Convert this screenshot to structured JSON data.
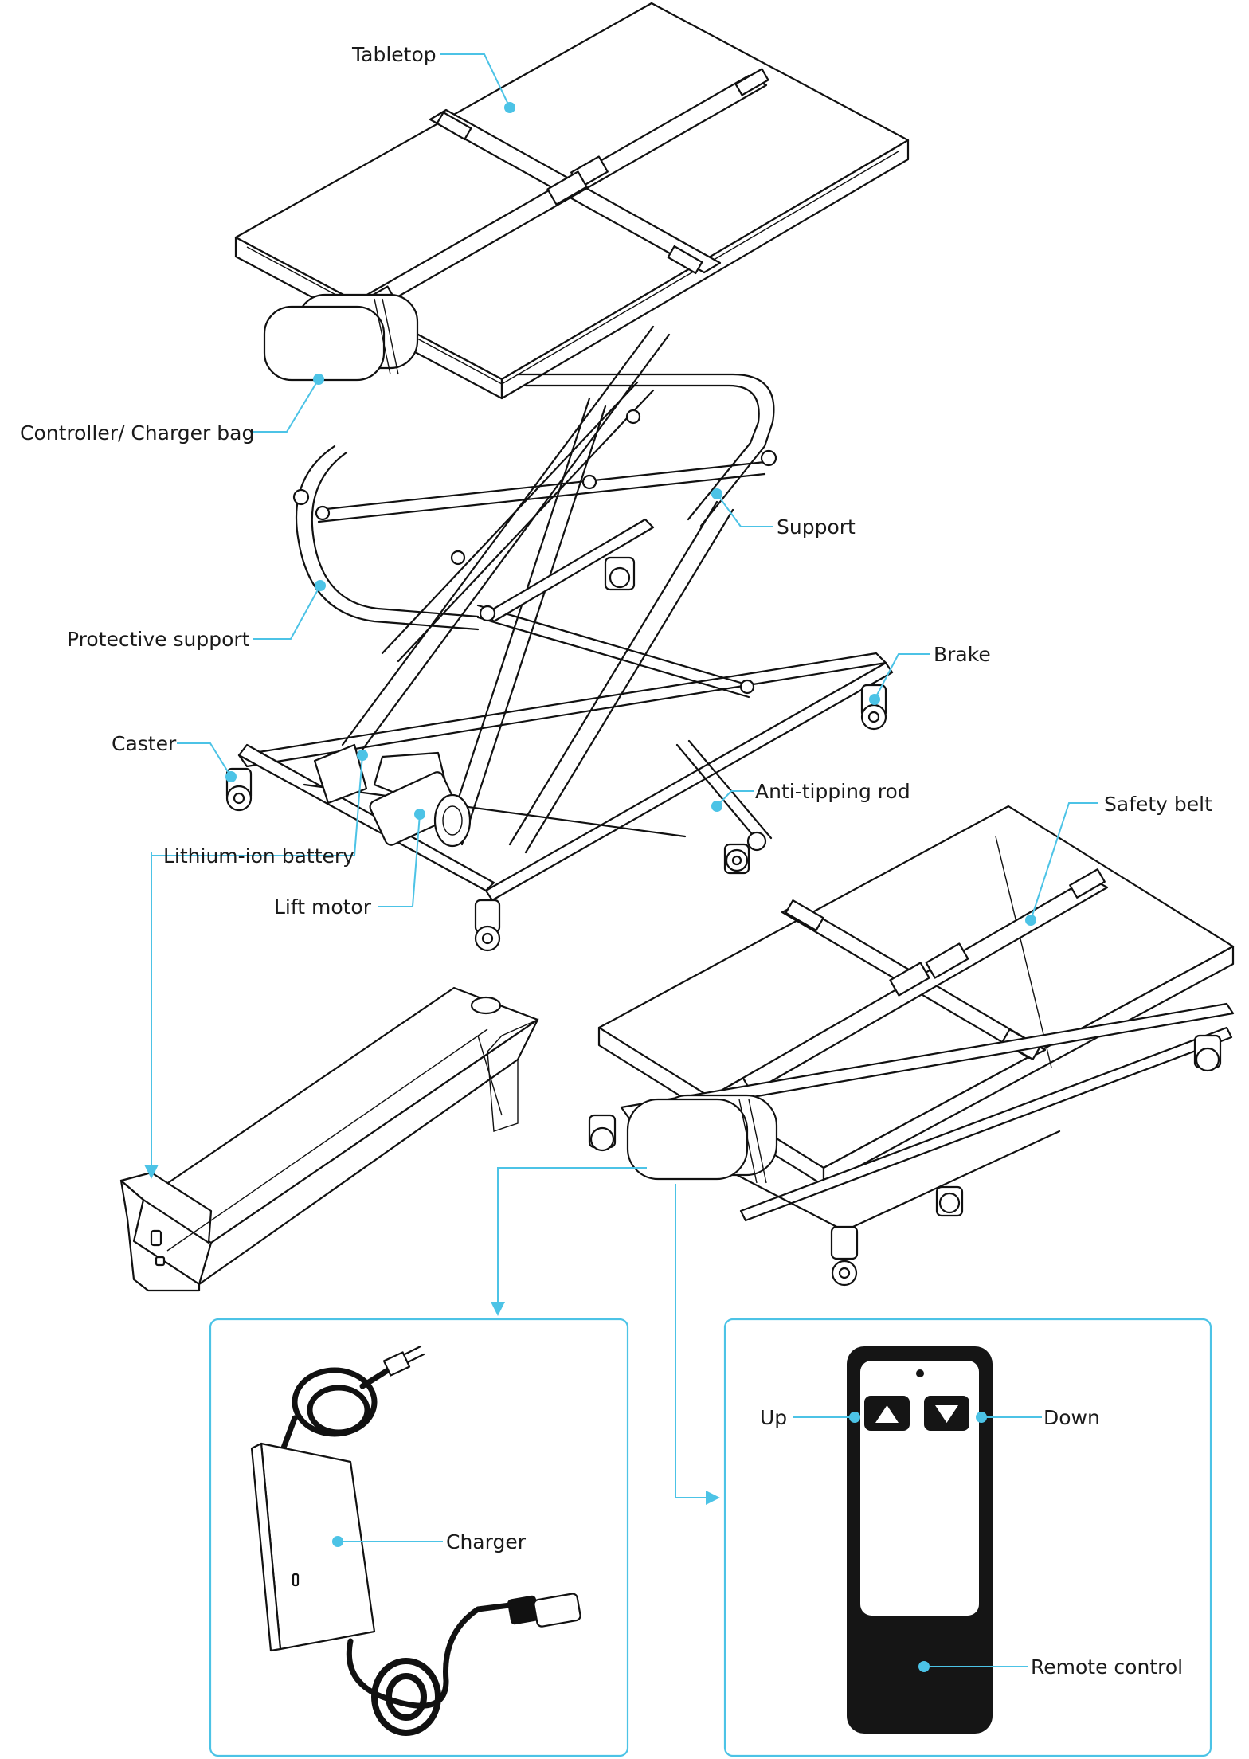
{
  "colors": {
    "accent": "#4cc3e6",
    "ink": "#111111"
  },
  "labels": {
    "tabletop": "Tabletop",
    "controller_bag": "Controller/ Charger bag",
    "support": "Support",
    "protective_support": "Protective support",
    "brake": "Brake",
    "caster": "Caster",
    "anti_tipping_rod": "Anti-tipping rod",
    "safety_belt": "Safety belt",
    "lithium_battery": "Lithium-ion battery",
    "lift_motor": "Lift motor",
    "charger": "Charger",
    "up": "Up",
    "down": "Down",
    "remote_control": "Remote control"
  }
}
